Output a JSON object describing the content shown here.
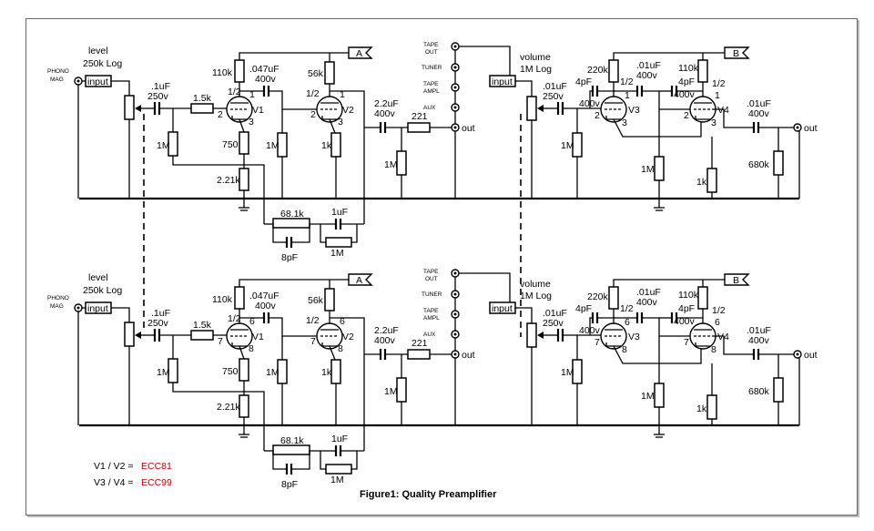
{
  "figure": {
    "caption": "Figure1: Quality Preamplifier",
    "tube_note_1_prefix": "V1 / V2 = ",
    "tube_note_1_type": "ECC81",
    "tube_note_2_prefix": "V3 / V4 = ",
    "tube_note_2_type": "ECC99",
    "accent_color": "#cc0000"
  },
  "channels": [
    {
      "phono_line1": "PHONO",
      "phono_line2": "MAG",
      "input_label": "input",
      "level_line1": "level",
      "level_line2": "250k Log",
      "c_in_1": ".1uF",
      "c_in_2": "250v",
      "r_grid_stop": "1.5k",
      "r_grid_leak": "1M",
      "v1_half": "1/2",
      "v1_grid_pin": "2",
      "v1_plate_pin": "1",
      "v1_cathode_pin": "3",
      "v1_name": "V1",
      "r_plate_v1": "110k",
      "c_couple_1": ".047uF",
      "c_couple_2": "400v",
      "r_cathode_v1": "750",
      "r_feedback": "2.21k",
      "r_grid_v2": "1M",
      "v2_half": "1/2",
      "v2_grid_pin": "2",
      "v2_plate_pin": "1",
      "v2_cathode_pin": "3",
      "v2_name": "V2",
      "r_plate_v2": "56k",
      "r_cathode_v2": "1k",
      "rail_a": "A",
      "eq_r": "68.1k",
      "eq_c_small": "8pF",
      "eq_c": "1uF",
      "eq_r2": "1M",
      "c_out_1": "2.2uF",
      "c_out_2": "400v",
      "r_out": "221",
      "r_out_leak": "1M",
      "tape_out_1": "TAPE",
      "tape_out_2": "OUT",
      "tuner": "TUNER",
      "tape_ampl_1": "TAPE",
      "tape_ampl_2": "AMPL",
      "aux": "AUX",
      "out_label": "out",
      "vol_line1": "volume",
      "vol_line2": "1M Log",
      "vol_input_label": "input",
      "c_in2_1": ".01uF",
      "c_in2_2": "250v",
      "r_grid_v3": "1M",
      "c_v3_1": "4pF",
      "c_v3_2": "400v",
      "r_plate_v3": "220k",
      "v3_half": "1/2",
      "v3_grid_pin": "2",
      "v3_plate_pin": "1",
      "v3_cathode_pin": "3",
      "v3_name": "V3",
      "c_couple2_1": ".01uF",
      "c_couple2_2": "400v",
      "r_grid_v4": "1M",
      "c_v4_1": "4pF",
      "c_v4_2": "400v",
      "r_plate_v4": "110k",
      "v4_half": "1/2",
      "v4_grid_pin": "2",
      "v4_plate_pin": "1",
      "v4_cathode_pin": "3",
      "v4_name": "V4",
      "r_cathode_v4": "1k",
      "rail_b": "B",
      "c_final_1": ".01uF",
      "c_final_2": "400v",
      "r_final": "680k",
      "final_out": "out"
    },
    {
      "phono_line1": "PHONO",
      "phono_line2": "MAG",
      "input_label": "input",
      "level_line1": "level",
      "level_line2": "250k Log",
      "c_in_1": ".1uF",
      "c_in_2": "250v",
      "r_grid_stop": "1.5k",
      "r_grid_leak": "1M",
      "v1_half": "1/2",
      "v1_grid_pin": "7",
      "v1_plate_pin": "6",
      "v1_cathode_pin": "8",
      "v1_name": "V1",
      "r_plate_v1": "110k",
      "c_couple_1": ".047uF",
      "c_couple_2": "400v",
      "r_cathode_v1": "750",
      "r_feedback": "2.21k",
      "r_grid_v2": "1M",
      "v2_half": "1/2",
      "v2_grid_pin": "7",
      "v2_plate_pin": "6",
      "v2_cathode_pin": "8",
      "v2_name": "V2",
      "r_plate_v2": "56k",
      "r_cathode_v2": "1k",
      "rail_a": "A",
      "eq_r": "68.1k",
      "eq_c_small": "8pF",
      "eq_c": "1uF",
      "eq_r2": "1M",
      "c_out_1": "2.2uF",
      "c_out_2": "400v",
      "r_out": "221",
      "r_out_leak": "1M",
      "tape_out_1": "TAPE",
      "tape_out_2": "OUT",
      "tuner": "TUNER",
      "tape_ampl_1": "TAPE",
      "tape_ampl_2": "AMPL",
      "aux": "AUX",
      "out_label": "out",
      "vol_line1": "volume",
      "vol_line2": "1M Log",
      "vol_input_label": "input",
      "c_in2_1": ".01uF",
      "c_in2_2": "250v",
      "r_grid_v3": "1M",
      "c_v3_1": "4pF",
      "c_v3_2": "400v",
      "r_plate_v3": "220k",
      "v3_half": "1/2",
      "v3_grid_pin": "7",
      "v3_plate_pin": "6",
      "v3_cathode_pin": "8",
      "v3_name": "V3",
      "c_couple2_1": ".01uF",
      "c_couple2_2": "400v",
      "r_grid_v4": "1M",
      "c_v4_1": "4pF",
      "c_v4_2": "400v",
      "r_plate_v4": "110k",
      "v4_half": "1/2",
      "v4_grid_pin": "7",
      "v4_plate_pin": "6",
      "v4_cathode_pin": "8",
      "v4_name": "V4",
      "r_cathode_v4": "1k",
      "rail_b": "B",
      "c_final_1": ".01uF",
      "c_final_2": "400v",
      "r_final": "680k",
      "final_out": "out"
    }
  ]
}
